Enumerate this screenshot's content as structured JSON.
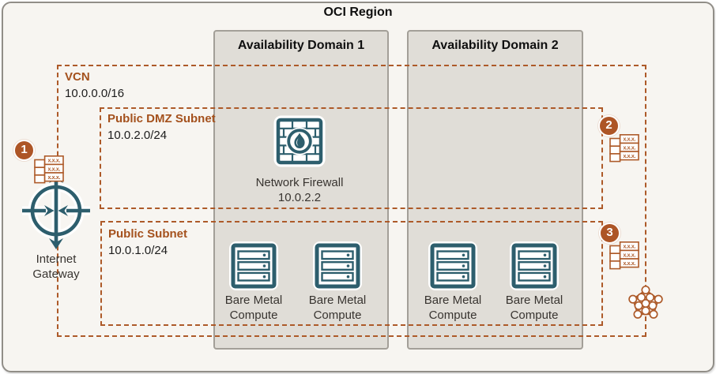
{
  "region": {
    "title": "OCI Region"
  },
  "availability_domains": [
    {
      "label": "Availability Domain 1"
    },
    {
      "label": "Availability Domain 2"
    }
  ],
  "vcn": {
    "label": "VCN",
    "cidr": "10.0.0.0/16"
  },
  "subnets": {
    "dmz": {
      "label": "Public DMZ Subnet",
      "cidr": "10.0.2.0/24"
    },
    "public": {
      "label": "Public Subnet",
      "cidr": "10.0.1.0/24"
    }
  },
  "firewall": {
    "name": "Network Firewall",
    "ip": "10.0.2.2"
  },
  "internet_gateway": {
    "line1": "Internet",
    "line2": "Gateway"
  },
  "compute": {
    "line1": "Bare Metal",
    "line2": "Compute"
  },
  "badges": [
    {
      "number": "1"
    },
    {
      "number": "2"
    },
    {
      "number": "3"
    }
  ],
  "route_table": {
    "cell": "x.x.x."
  },
  "colors": {
    "accent_orange": "#ad5a29",
    "label_orange": "#a4511d",
    "icon_teal": "#2d5e6d",
    "ad_fill": "#e0ddd7",
    "region_fill": "#f7f5f1"
  }
}
